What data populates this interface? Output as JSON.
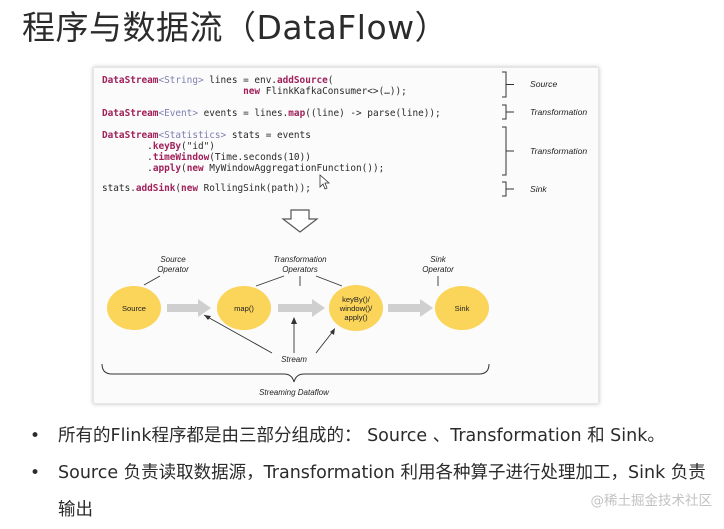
{
  "slide": {
    "title": "程序与数据流（DataFlow）"
  },
  "figure": {
    "code_lines": [
      [
        {
          "t": "DataStream",
          "c": "kw"
        },
        {
          "t": "<String>",
          "c": "tp"
        },
        {
          "t": " lines = env.",
          "c": ""
        },
        {
          "t": "addSource",
          "c": "kw"
        },
        {
          "t": "(",
          "c": ""
        }
      ],
      [
        {
          "t": "                         ",
          "c": ""
        },
        {
          "t": "new",
          "c": "kw"
        },
        {
          "t": " FlinkKafkaConsumer<>(…));",
          "c": ""
        }
      ],
      [
        {
          "t": "DataStream",
          "c": "kw"
        },
        {
          "t": "<Event>",
          "c": "tp"
        },
        {
          "t": " events = lines.",
          "c": ""
        },
        {
          "t": "map",
          "c": "kw"
        },
        {
          "t": "((line) -> parse(line));",
          "c": ""
        }
      ],
      [
        {
          "t": "DataStream",
          "c": "kw"
        },
        {
          "t": "<Statistics>",
          "c": "tp"
        },
        {
          "t": " stats = events",
          "c": ""
        }
      ],
      [
        {
          "t": "        .",
          "c": ""
        },
        {
          "t": "keyBy",
          "c": "kw"
        },
        {
          "t": "(\"id\")",
          "c": ""
        }
      ],
      [
        {
          "t": "        .",
          "c": ""
        },
        {
          "t": "timeWindow",
          "c": "kw"
        },
        {
          "t": "(Time.seconds(10))",
          "c": ""
        }
      ],
      [
        {
          "t": "        .",
          "c": ""
        },
        {
          "t": "apply",
          "c": "kw"
        },
        {
          "t": "(",
          "c": ""
        },
        {
          "t": "new",
          "c": "kw"
        },
        {
          "t": " MyWindowAggregationFunction());",
          "c": ""
        }
      ],
      [
        {
          "t": "stats.",
          "c": ""
        },
        {
          "t": "addSink",
          "c": "kw"
        },
        {
          "t": "(",
          "c": ""
        },
        {
          "t": "new",
          "c": "kw"
        },
        {
          "t": " RollingSink(path));",
          "c": ""
        }
      ]
    ],
    "tags": [
      "Source",
      "Transformation",
      "Transformation",
      "Sink"
    ],
    "top_labels": {
      "source_l1": "Source",
      "source_l2": "Operator",
      "transform_l1": "Transformation",
      "transform_l2": "Operators",
      "sink_l1": "Sink",
      "sink_l2": "Operator"
    },
    "nodes": {
      "source": "Source",
      "map": "map()",
      "keyby_l1": "keyBy()/",
      "keyby_l2": "window()/",
      "keyby_l3": "apply()",
      "sink": "Sink"
    },
    "stream_label": "Stream",
    "dataflow_label": "Streaming Dataflow",
    "colors": {
      "node_fill": "#fbd45a",
      "arrow_gray": "#cfcfcf",
      "keyword": "#a0205a"
    }
  },
  "bullets": [
    "所有的Flink程序都是由三部分组成的：  Source 、Transformation 和 Sink。",
    "Source 负责读取数据源，Transformation 利用各种算子进行处理加工，Sink 负责输出"
  ],
  "watermark": "@稀土掘金技术社区"
}
